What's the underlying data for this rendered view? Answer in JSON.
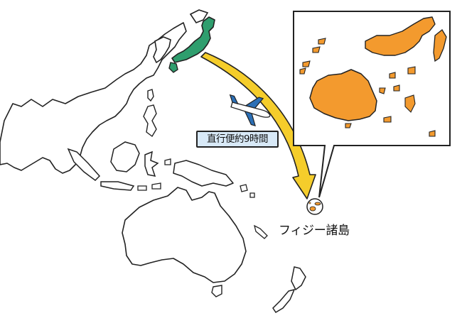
{
  "labels": {
    "flight": "直行便約9時間",
    "fiji": "フィジー諸島"
  },
  "colors": {
    "japan": "#2f9e6e",
    "fiji": "#f39a2e",
    "arrow": "#f5cd2b",
    "land_outline": "#222222",
    "plane_body": "#ffffff",
    "plane_wing": "#2b6fb6",
    "label_bg": "#d8e9f7"
  },
  "icons": {
    "airplane": "airplane-icon",
    "route": "route-arrow"
  }
}
